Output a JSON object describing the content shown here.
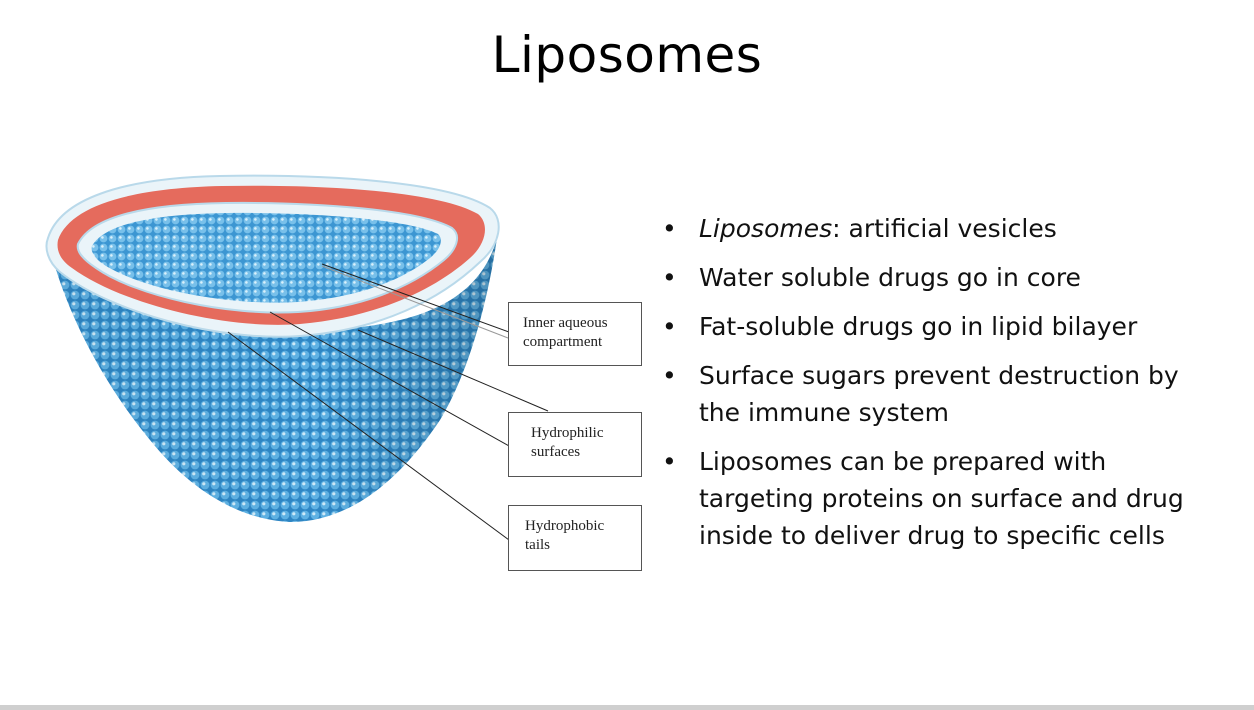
{
  "slide": {
    "title": "Liposomes"
  },
  "diagram": {
    "labels": {
      "inner_aqueous": "Inner aqueous compartment",
      "hydrophilic": "Hydrophilic surfaces",
      "hydrophobic": "Hydrophobic tails"
    },
    "colors": {
      "head_groups": "#e8f3f8",
      "outer_shell": "#2e8ac8",
      "inner_shell": "#4aa2d9",
      "lipid_tails": "#e56b5d"
    }
  },
  "bullets": [
    {
      "term": "Liposomes",
      "text": ": artificial vesicles"
    },
    {
      "term": "",
      "text": "Water soluble drugs go in core"
    },
    {
      "term": "",
      "text": "Fat-soluble drugs go in lipid bilayer"
    },
    {
      "term": "",
      "text": "Surface sugars prevent destruction by the immune system"
    },
    {
      "term": "",
      "text": "Liposomes can be prepared with targeting proteins on surface and drug inside to deliver drug to specific cells"
    }
  ]
}
